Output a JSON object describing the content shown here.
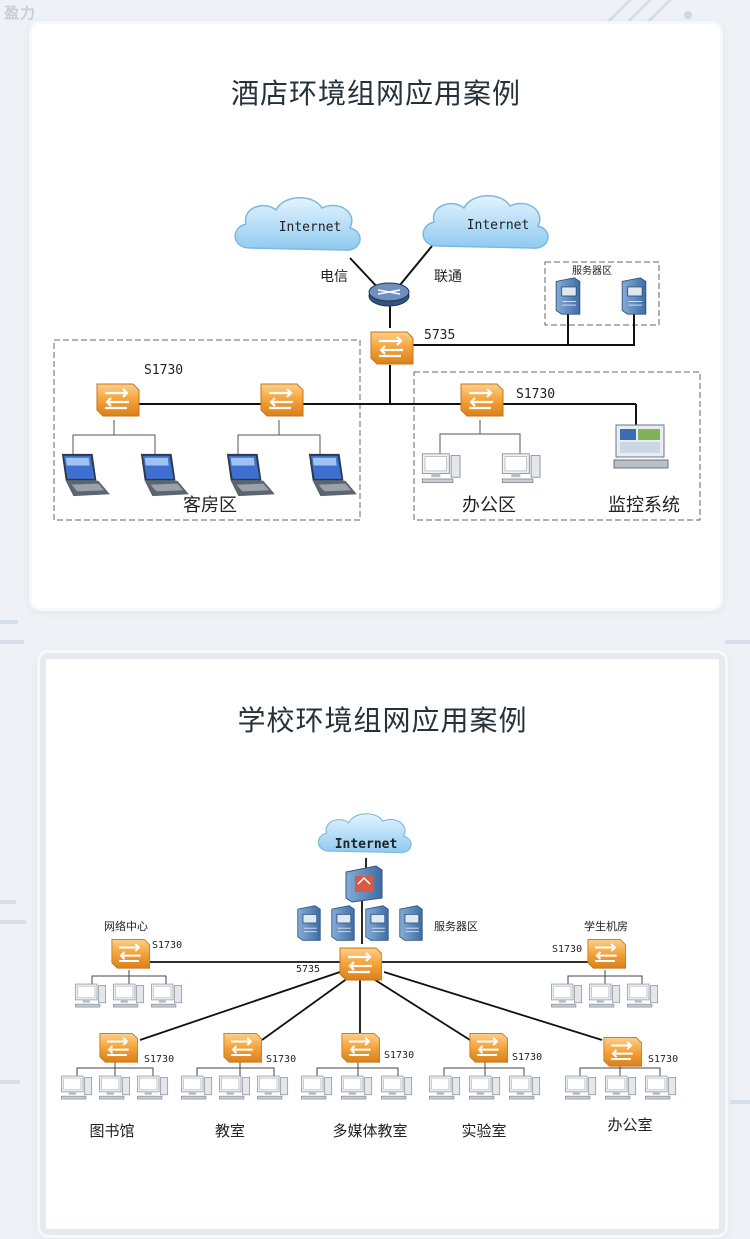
{
  "brand": {
    "logo_text": "盈力"
  },
  "hotel": {
    "title": "酒店环境组网应用案例",
    "cloud_left": "Internet",
    "cloud_right": "Internet",
    "isp_left": "电信",
    "isp_right": "联通",
    "core_switch": "5735",
    "server_zone": "服务器区",
    "access_left": "S1730",
    "access_right": "S1730",
    "zone_guest": "客房区",
    "zone_office": "办公区",
    "zone_monitor": "监控系统"
  },
  "school": {
    "title": "学校环境组网应用案例",
    "cloud": "Internet",
    "server_zone": "服务器区",
    "core_switch": "5735",
    "network_center": "网络中心",
    "network_center_switch": "S1730",
    "student_lab": "学生机房",
    "student_lab_switch": "S1730",
    "branches": [
      {
        "switch": "S1730",
        "name": "图书馆"
      },
      {
        "switch": "S1730",
        "name": "教室"
      },
      {
        "switch": "S1730",
        "name": "多媒体教室"
      },
      {
        "switch": "S1730",
        "name": "实验室"
      },
      {
        "switch": "S1730",
        "name": "办公室"
      }
    ]
  },
  "colors": {
    "switch_orange": "#f4a23a",
    "server_blue": "#5f8fc2",
    "cloud_blue": "#a8d6f2",
    "line": "#111111"
  }
}
